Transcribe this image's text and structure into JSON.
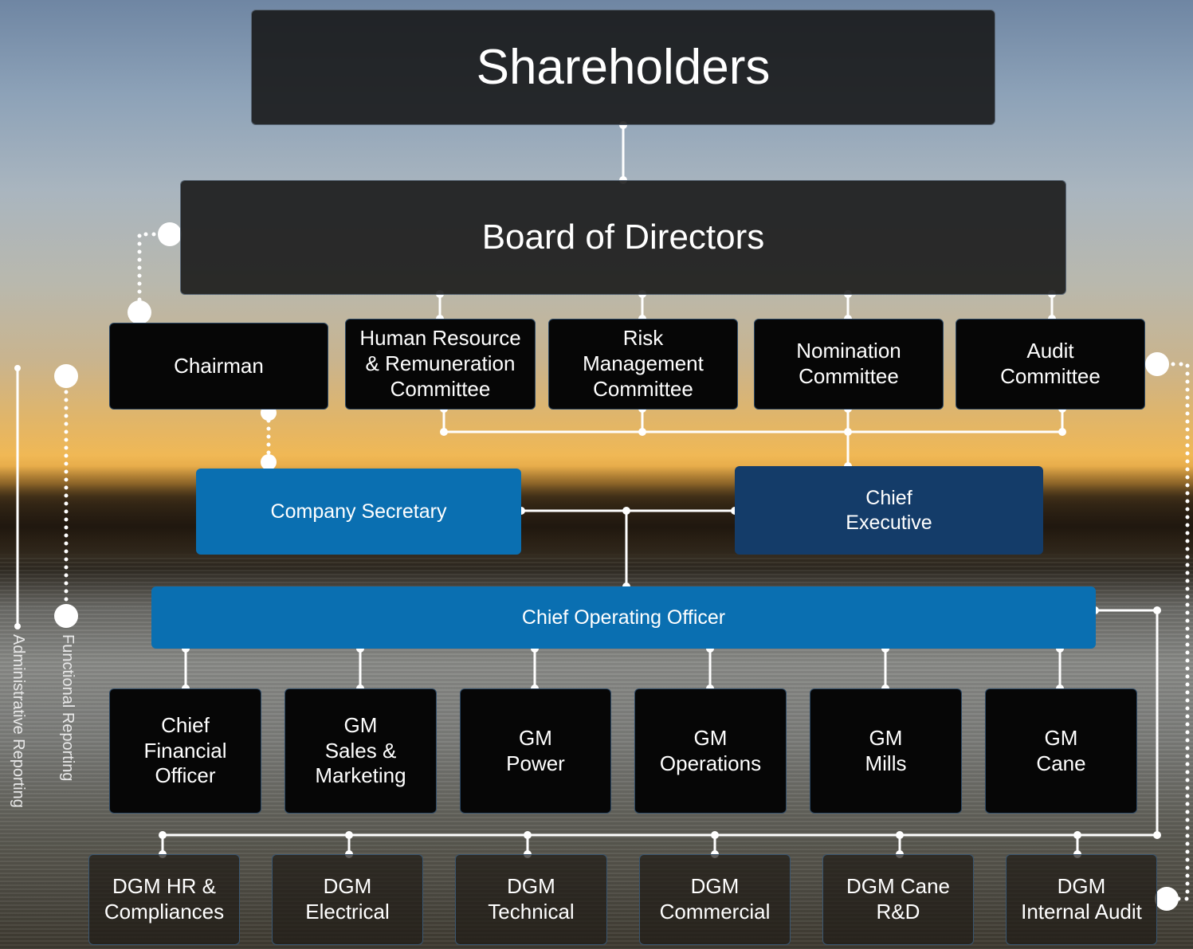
{
  "top": {
    "shareholders": "Shareholders",
    "board": "Board of Directors"
  },
  "committees": [
    {
      "label": "Chairman"
    },
    {
      "label": "Human Resource\n& Remuneration\nCommittee"
    },
    {
      "label": "Risk\nManagement\nCommittee"
    },
    {
      "label": "Nomination\nCommittee"
    },
    {
      "label": "Audit\nCommittee"
    }
  ],
  "executives": {
    "company_secretary": "Company Secretary",
    "chief_executive": "Chief\nExecutive",
    "chief_operating_officer": "Chief Operating Officer"
  },
  "managers": [
    {
      "label": "Chief\nFinancial\nOfficer"
    },
    {
      "label": "GM\nSales &\nMarketing"
    },
    {
      "label": "GM\nPower"
    },
    {
      "label": "GM\nOperations"
    },
    {
      "label": "GM\nMills"
    },
    {
      "label": "GM\nCane"
    }
  ],
  "deputies": [
    {
      "label": "DGM HR &\nCompliances"
    },
    {
      "label": "DGM\nElectrical"
    },
    {
      "label": "DGM\nTechnical"
    },
    {
      "label": "DGM\nCommercial"
    },
    {
      "label": "DGM Cane\nR&D"
    },
    {
      "label": "DGM\nInternal Audit"
    }
  ],
  "legend": {
    "administrative": "Administrative Reporting",
    "functional": "Functional Reporting"
  },
  "colors": {
    "top_box": "#161616",
    "black_box": "#060606",
    "blue_box": "#0a6fb1",
    "navy_box": "#143c69",
    "connector": "#ffffff"
  }
}
